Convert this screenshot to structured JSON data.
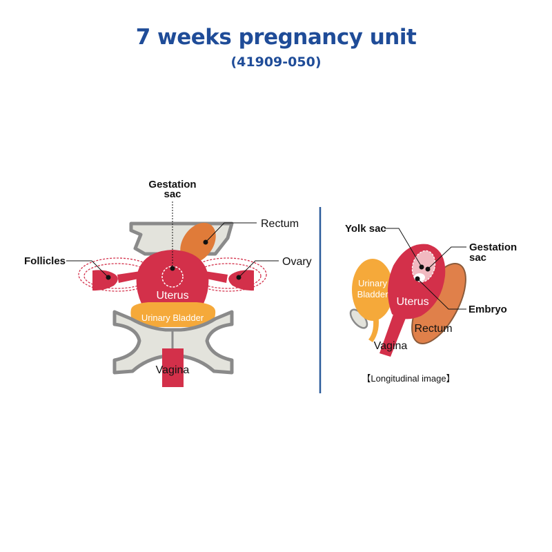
{
  "header": {
    "title": "7 weeks pregnancy unit",
    "subtitle": "(41909-050)"
  },
  "front_view": {
    "labels": {
      "gestation_sac_1": "Gestation",
      "gestation_sac_2": "sac",
      "rectum": "Rectum",
      "follicles": "Follicles",
      "ovary": "Ovary",
      "uterus": "Uterus",
      "urinary_bladder": "Urinary Bladder",
      "vagina": "Vagina"
    }
  },
  "longitudinal_view": {
    "labels": {
      "yolk_sac": "Yolk sac",
      "gestation_sac_1": "Gestation",
      "gestation_sac_2": "sac",
      "embryo": "Embryo",
      "uterus": "Uterus",
      "urinary_bladder_1": "Urinary",
      "urinary_bladder_2": "Bladder",
      "rectum": "Rectum",
      "vagina": "Vagina"
    },
    "caption": "【Longitudinal image】"
  },
  "colors": {
    "title": "#1f4c98",
    "uterus": "#d3304a",
    "bladder": "#f5a93a",
    "rectum": "#e07b39",
    "bone": "#e3e3dc",
    "outline": "#8a8a8a"
  }
}
